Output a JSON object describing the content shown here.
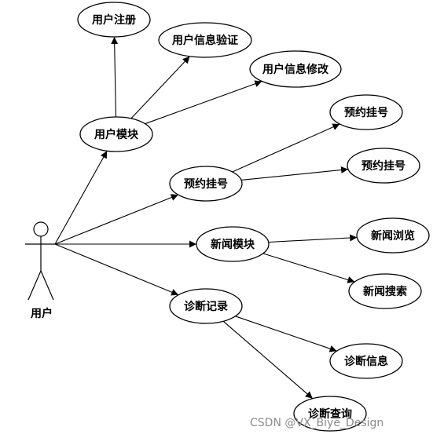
{
  "actor": {
    "label": "用户"
  },
  "nodes": [
    {
      "id": "user-module",
      "label": "用户模块"
    },
    {
      "id": "user-register",
      "label": "用户注册"
    },
    {
      "id": "user-info-verify",
      "label": "用户信息验证"
    },
    {
      "id": "user-info-modify",
      "label": "用户信息修改"
    },
    {
      "id": "appointment",
      "label": "预约挂号"
    },
    {
      "id": "appointment-1",
      "label": "预约挂号"
    },
    {
      "id": "appointment-2",
      "label": "预约挂号"
    },
    {
      "id": "news-module",
      "label": "新闻模块"
    },
    {
      "id": "news-browse",
      "label": "新闻浏览"
    },
    {
      "id": "news-search",
      "label": "新闻搜索"
    },
    {
      "id": "diagnosis-record",
      "label": "诊断记录"
    },
    {
      "id": "diagnosis-info",
      "label": "诊断信息"
    },
    {
      "id": "diagnosis-query",
      "label": "诊断查询"
    }
  ],
  "edges": [
    {
      "from": "actor",
      "to": "user-module"
    },
    {
      "from": "actor",
      "to": "appointment"
    },
    {
      "from": "actor",
      "to": "news-module"
    },
    {
      "from": "actor",
      "to": "diagnosis-record"
    },
    {
      "from": "user-module",
      "to": "user-register"
    },
    {
      "from": "user-module",
      "to": "user-info-verify"
    },
    {
      "from": "user-module",
      "to": "user-info-modify"
    },
    {
      "from": "appointment",
      "to": "appointment-1"
    },
    {
      "from": "appointment",
      "to": "appointment-2"
    },
    {
      "from": "news-module",
      "to": "news-browse"
    },
    {
      "from": "news-module",
      "to": "news-search"
    },
    {
      "from": "diagnosis-record",
      "to": "diagnosis-info"
    },
    {
      "from": "diagnosis-record",
      "to": "diagnosis-query"
    }
  ],
  "watermark": "CSDN @VX_Biye_Design"
}
